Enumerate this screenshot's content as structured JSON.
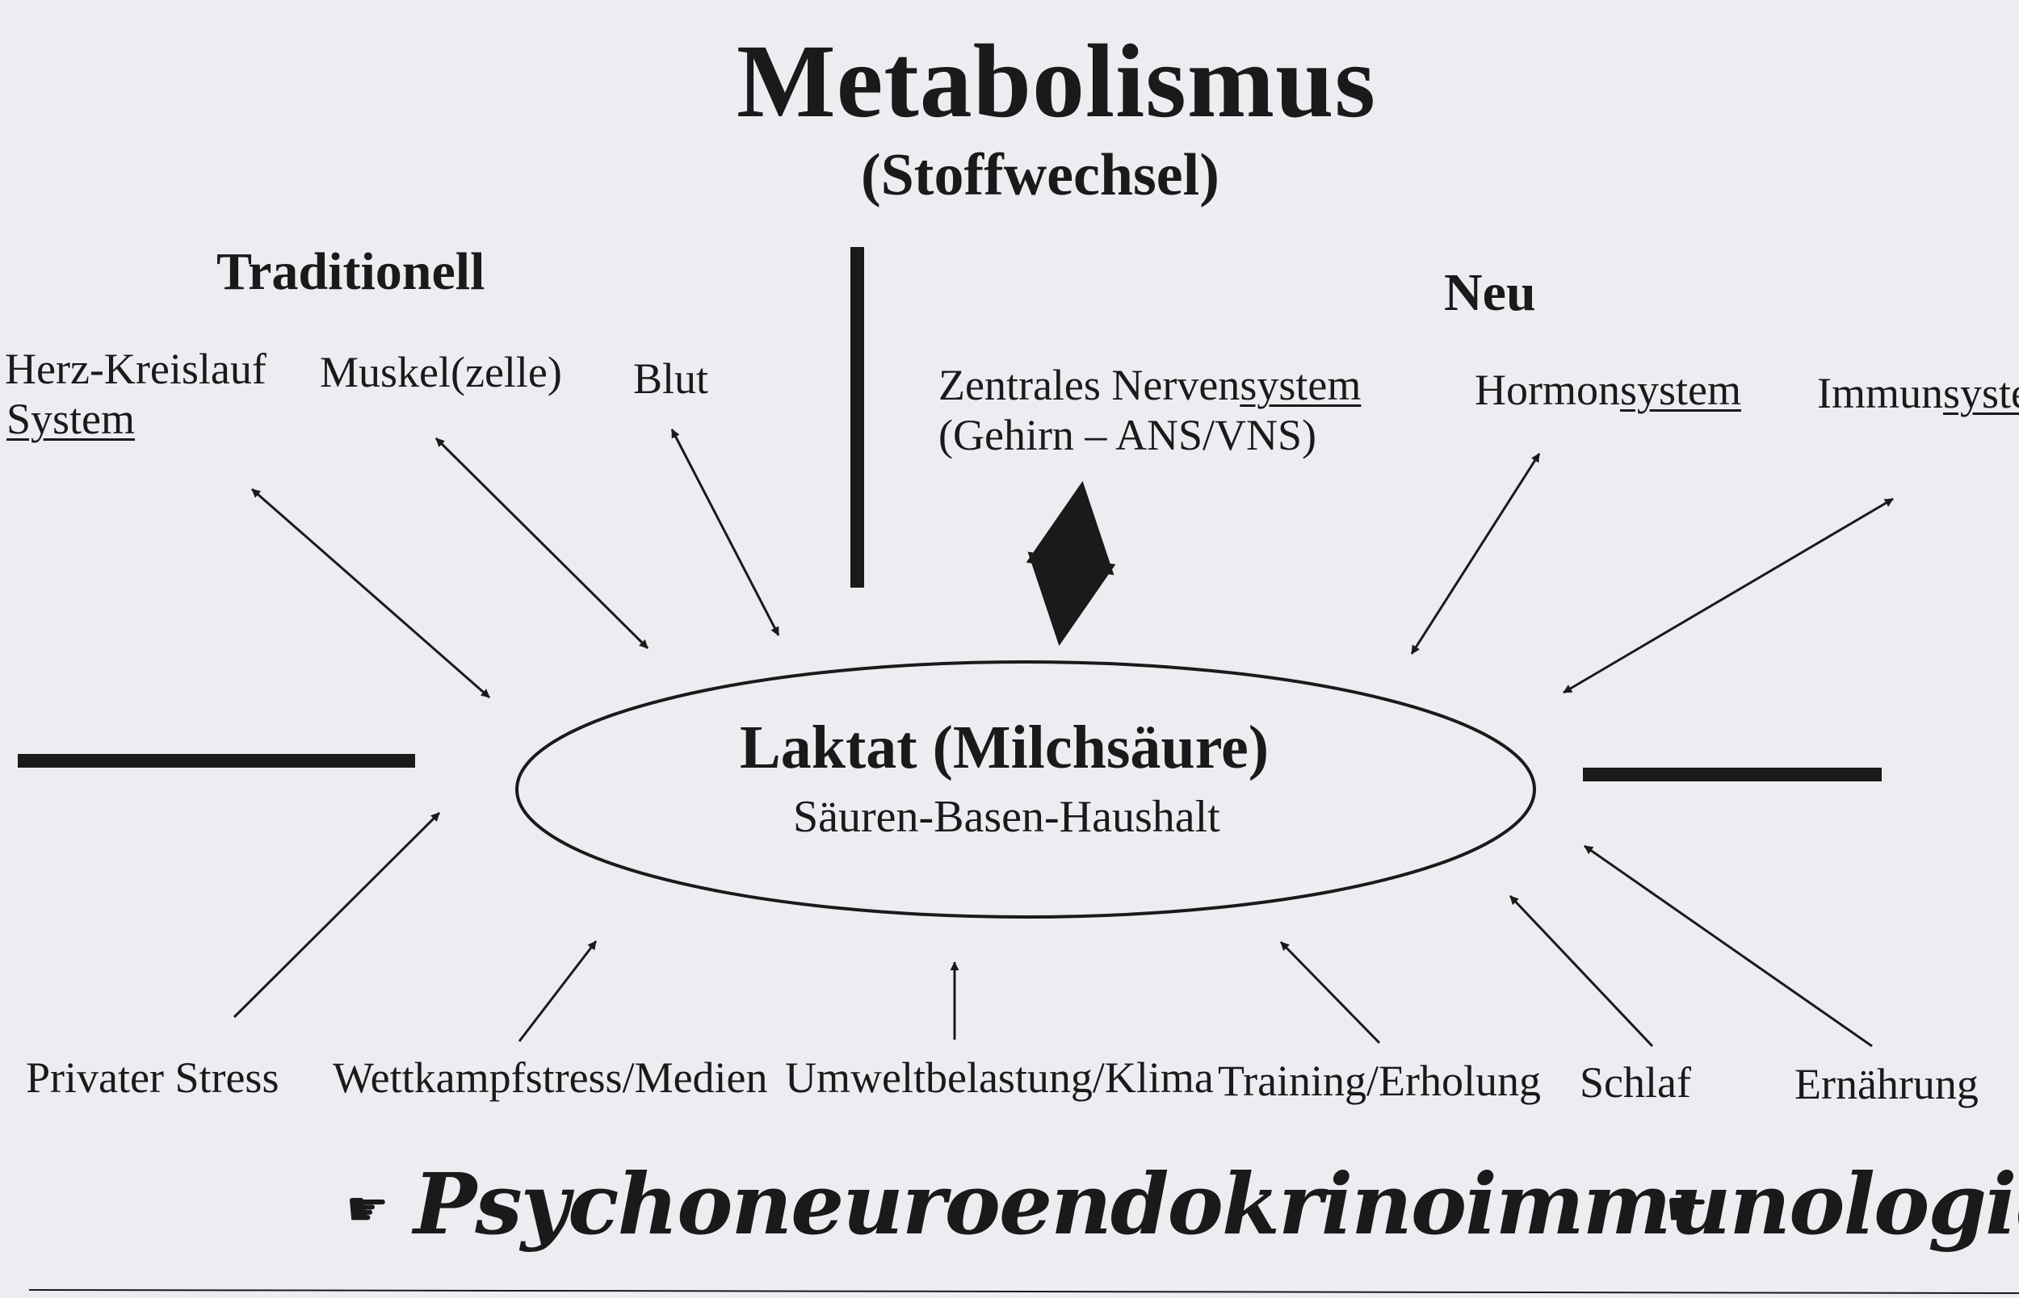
{
  "title": "Metabolismus",
  "subtitle": "(Stoffwechsel)",
  "headings": {
    "traditional": "Traditionell",
    "new": "Neu"
  },
  "traditional_items": {
    "heart_line1": "Herz-Kreislauf",
    "heart_line2": "System",
    "muscle": "Muskel(zelle)",
    "blood": "Blut"
  },
  "new_items": {
    "cns_line1_a": "Zentrales Nerven",
    "cns_line1_b": "system",
    "cns_line2": "(Gehirn – ANS/VNS)",
    "hormone_a": "Hormon",
    "hormone_b": "system",
    "immune_a": "Immun",
    "immune_b": "syste"
  },
  "center": {
    "title": "Laktat (Milchsäure)",
    "subtitle": "Säuren-Basen-Haushalt"
  },
  "factors": {
    "private_stress": "Privater Stress",
    "competition": "Wettkampfstress/Medien",
    "environment": "Umweltbelastung/Klima",
    "training": "Training/Erholung",
    "sleep": "Schlaf",
    "nutrition": "Ernährung"
  },
  "footer": {
    "text": "Psychoneuroendokrinoimmunologie",
    "hand_icon": "pointing-hand-icon"
  },
  "colors": {
    "ink": "#1a1a1a",
    "paper": "#ecedf1"
  }
}
